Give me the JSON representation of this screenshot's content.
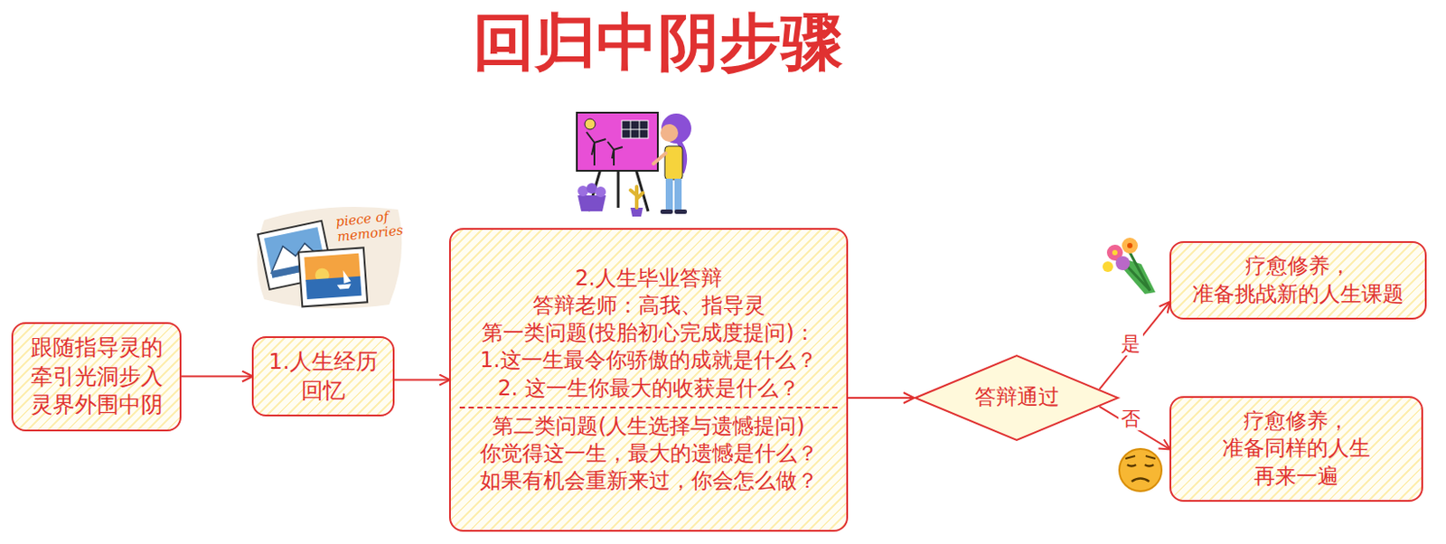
{
  "diagram": {
    "title": "回归中阴步骤",
    "nodes": [
      {
        "text": [
          "跟随指导灵的 牵引光洞步入 灵界外围中阴"
        ]
      },
      {
        "text": [
          "1.人生经历 回忆"
        ]
      },
      {
        "text": [
          "2.人生毕业答辩",
          "答辩老师：高我、指导灵",
          "第一类问题(投胎初心完成度提问)：",
          "1.这一生最令你骄傲的成就是什么？",
          "2. 这一生你最大的收获是什么？",
          "第二类问题(人生选择与遗憾提问)",
          "你觉得这一生，最大的遗憾是什么？",
          "如果有机会重新来过，你会怎么做？"
        ]
      },
      {
        "text": [
          "答辩通过"
        ]
      },
      {
        "text": [
          "疗愈修养， 准备挑战新的人生课题"
        ]
      },
      {
        "text": [
          "疗愈修养， 准备同样的人生 再来一遍"
        ]
      }
    ],
    "edges": [
      {
        "from": 0,
        "to": 1,
        "arrow": "to"
      },
      {
        "from": 1,
        "to": 2,
        "arrow": "to"
      },
      {
        "from": 2,
        "to": 3,
        "arrow": "to"
      },
      {
        "from": 3,
        "to": 4,
        "label": "是",
        "arrow": "to"
      },
      {
        "from": 3,
        "to": 5,
        "label": "否",
        "arrow": "to"
      }
    ],
    "labels": [
      "piece of memories"
    ]
  }
}
